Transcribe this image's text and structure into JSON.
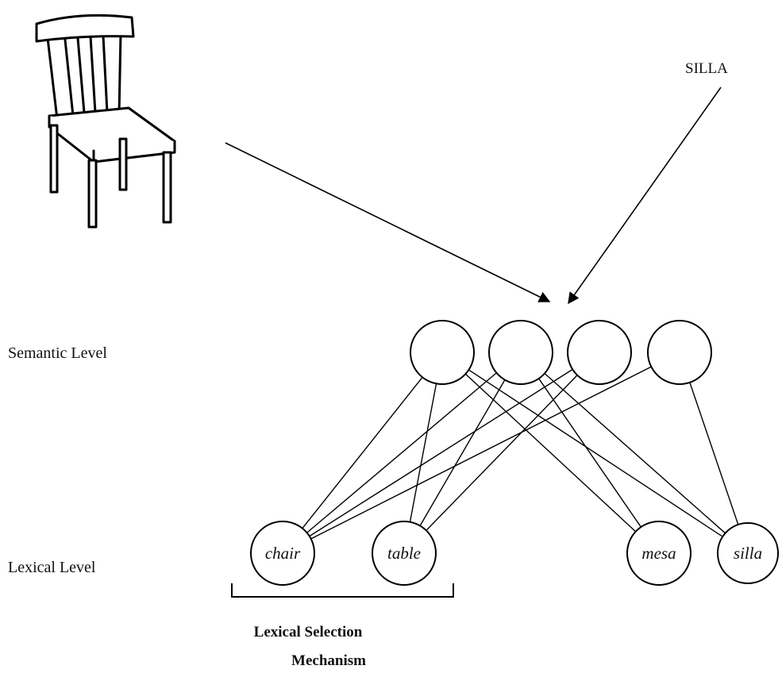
{
  "picture": {
    "name": "chair-picture",
    "icon": "chair-icon"
  },
  "cue_word": "SILLA",
  "levels": {
    "semantic": "Semantic Level",
    "lexical": "Lexical Level"
  },
  "semantic_nodes": [
    "s1",
    "s2",
    "s3",
    "s4"
  ],
  "lexical_nodes": [
    {
      "id": "chair",
      "label": "chair"
    },
    {
      "id": "table",
      "label": "table"
    },
    {
      "id": "mesa",
      "label": "mesa"
    },
    {
      "id": "silla",
      "label": "silla"
    }
  ],
  "connections": [
    [
      "s1",
      "chair"
    ],
    [
      "s1",
      "table"
    ],
    [
      "s1",
      "mesa"
    ],
    [
      "s1",
      "silla"
    ],
    [
      "s2",
      "chair"
    ],
    [
      "s2",
      "table"
    ],
    [
      "s2",
      "mesa"
    ],
    [
      "s2",
      "silla"
    ],
    [
      "s3",
      "chair"
    ],
    [
      "s3",
      "table"
    ],
    [
      "s4",
      "chair"
    ],
    [
      "s4",
      "silla"
    ]
  ],
  "mechanism": {
    "line1": "Lexical Selection",
    "line2": "Mechanism"
  }
}
